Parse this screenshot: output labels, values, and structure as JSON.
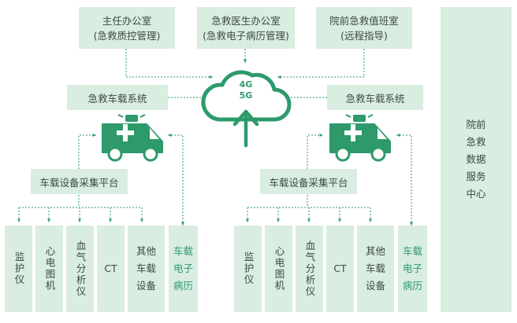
{
  "offices": [
    {
      "line1": "主任办公室",
      "line2": "(急救质控管理)"
    },
    {
      "line1": "急救医生办公室",
      "line2": "(急救电子病历管理)"
    },
    {
      "line1": "院前急救值班室",
      "line2": "(远程指导)"
    }
  ],
  "cloud": {
    "line1": "4G",
    "line2": "5G"
  },
  "left": {
    "vehicle_system": "急救车载系统",
    "platform": "车载设备采集平台",
    "devices": [
      "监护仪",
      "心电图机",
      "血气分析仪",
      "CT",
      "其他车载设备"
    ],
    "record": "车载电子病历"
  },
  "right": {
    "vehicle_system": "急救车载系统",
    "platform": "车载设备采集平台",
    "devices": [
      "监护仪",
      "心电图机",
      "血气分析仪",
      "CT",
      "其他车载设备"
    ],
    "record": "车载电子病历"
  },
  "service_center": "院前急救数据服务中心",
  "colors": {
    "accent": "#2e9a6c",
    "box": "#d9ede1",
    "text": "#3c4a42",
    "line": "#2e9a6c"
  },
  "icons": [
    "cloud-upload-icon",
    "ambulance-icon"
  ]
}
